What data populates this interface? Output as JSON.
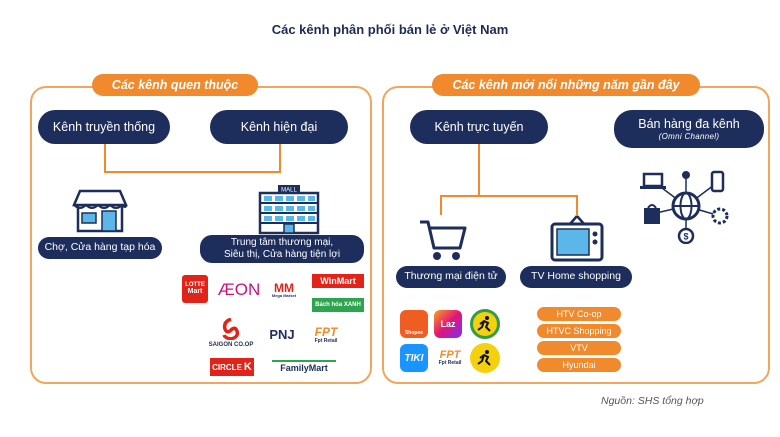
{
  "title": "Các kênh phân phối bán lẻ ở Việt Nam",
  "left_panel": {
    "tab": "Các kênh quen thuộc",
    "pill_traditional": "Kênh truyền thống",
    "pill_modern": "Kênh hiện đại",
    "label_market": "Chợ, Cửa hàng tạp hóa",
    "label_mall_line1": "Trung tâm thương mại,",
    "label_mall_line2": "Siêu thị, Cửa hàng tiện lợi",
    "mall_sign": "MALL",
    "logos": {
      "lotte_line1": "LOTTE",
      "lotte_line2": "Mart",
      "aeon": "ÆON",
      "mm_line1": "MM",
      "mm_line2": "Mega Market",
      "winmart": "WinMart",
      "bachhoaxanh": "Bách hóa XANH",
      "saigoncoop": "SAIGON CO.OP",
      "pnj": "PNJ",
      "fpt_line1": "FPT",
      "fpt_line2": "Fpt Retail",
      "circlek_line1": "CIRCLE",
      "circlek_line2": "K",
      "familymart": "FamilyMart"
    }
  },
  "right_panel": {
    "tab": "Các kênh mới nổi những năm gần đây",
    "pill_online": "Kênh trực tuyến",
    "pill_omni": "Bán hàng đa kênh",
    "pill_omni_sub": "(Omni Channel)",
    "label_ecommerce": "Thương mại điện tử",
    "label_tvshop": "TV Home shopping",
    "logos": {
      "shopee": "Shopee",
      "lazada": "Laz",
      "tiki": "TIKI",
      "fpt_line1": "FPT",
      "fpt_line2": "Fpt Retail"
    },
    "tv_channels": [
      "HTV Co-op",
      "HTVC Shopping",
      "VTV",
      "Hyundai"
    ]
  },
  "source": "Nguồn: SHS tổng hợp",
  "colors": {
    "navy": "#1d2e5c",
    "orange": "#f08a2c",
    "border": "#f2a55c"
  }
}
